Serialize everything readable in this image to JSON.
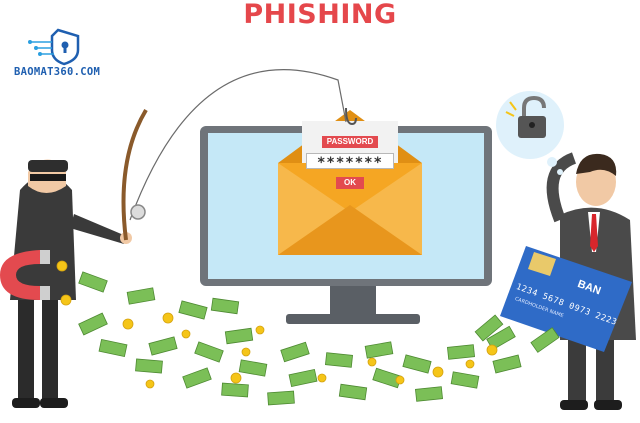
{
  "header": {
    "title": "PHISHING"
  },
  "logo": {
    "text": "BAOMAT360.COM"
  },
  "login_card": {
    "password_label": "PASSWORD",
    "password_mask": "*******",
    "ok_label": "OK"
  },
  "credit_card": {
    "number": "1234 5678 0973 2223",
    "holder": "CARDHOLDER NAME",
    "brand": "BAN"
  },
  "icons": [
    "shield-keyhole-icon",
    "fishing-rod-icon",
    "envelope-icon",
    "padlock-icon",
    "money-bill-icon",
    "coin-icon",
    "magnet-icon",
    "credit-card-icon"
  ],
  "colors": {
    "title": "#e5474b",
    "monitor_frame": "#6f747a",
    "screen": "#c5e8f7",
    "envelope": "#f5a623",
    "hacker": "#2e2e2e",
    "money": "#7bbf57",
    "coin": "#f5c518",
    "card": "#2f6bc7",
    "logo": "#1f5fb0"
  }
}
